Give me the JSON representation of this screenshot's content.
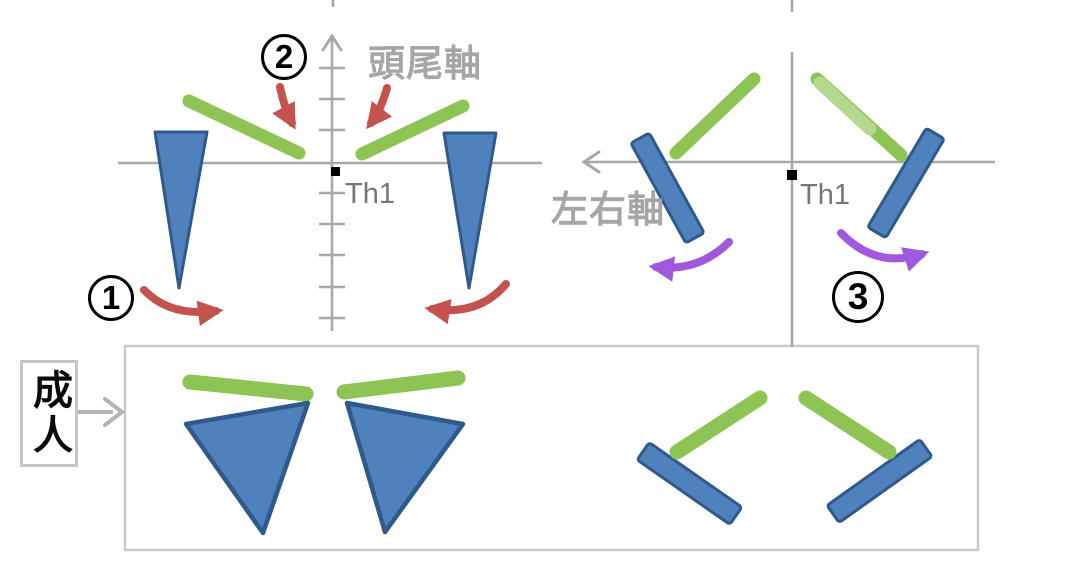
{
  "colors": {
    "green": "#8dc453",
    "greenLight": "#b4d98e",
    "blue": "#4f82bd",
    "blueStroke": "#30598c",
    "red": "#c4534e",
    "purple": "#a258dd",
    "axis": "#a8a8a8",
    "labelGray": "#a6a6a6",
    "thGray": "#76767e",
    "frame": "#c9c9c9",
    "frameDark": "#c6c6c6",
    "grayArrow": "#b5b5b5"
  },
  "diagram": {
    "badges": {
      "one": "1",
      "two": "2",
      "three": "3"
    },
    "left_panel": {
      "axis_label": "頭尾軸",
      "origin_label": "Th1"
    },
    "right_panel": {
      "axis_label": "左右軸",
      "origin_label": "Th1"
    },
    "adult_panel": {
      "label": "成人"
    }
  }
}
